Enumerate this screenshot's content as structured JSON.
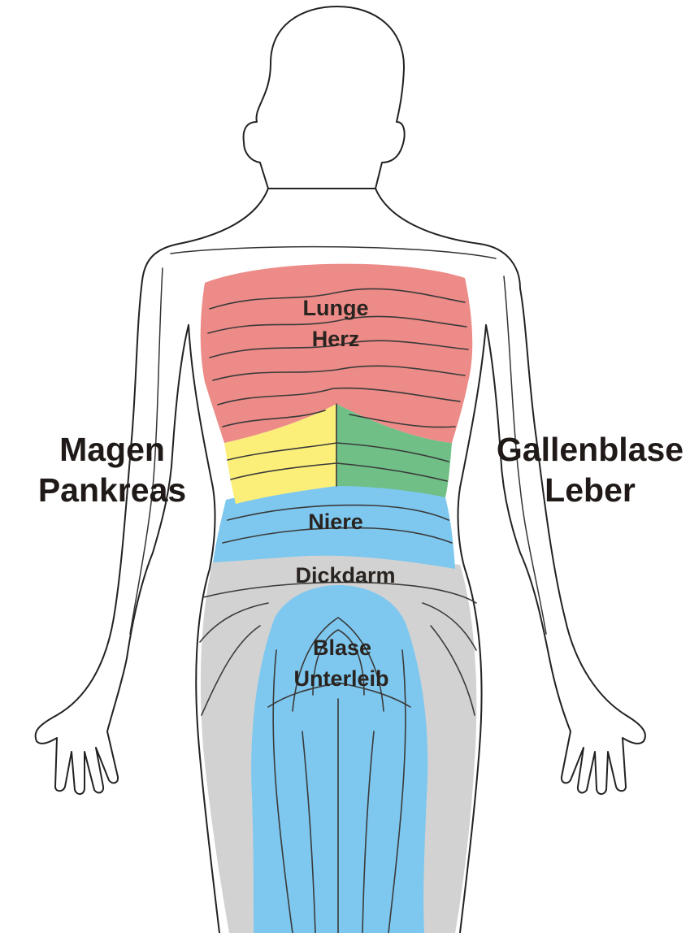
{
  "labels": {
    "left_line1": "Magen",
    "left_line2": "Pankreas",
    "right_line1": "Gallenblase",
    "right_line2": "Leber",
    "lung_line1": "Lunge",
    "lung_line2": "Herz",
    "kidney": "Niere",
    "colon": "Dickdarm",
    "bladder_line1": "Blase",
    "bladder_line2": "Unterleib"
  },
  "colors": {
    "lung_heart": "#ec8b87",
    "stomach_pancreas": "#fbef7a",
    "gallbladder_liver": "#6fbf86",
    "kidney": "#7ec8ef",
    "colon": "#d2d2d2",
    "bladder_abdomen": "#7ec8ef",
    "outline": "#222222"
  }
}
